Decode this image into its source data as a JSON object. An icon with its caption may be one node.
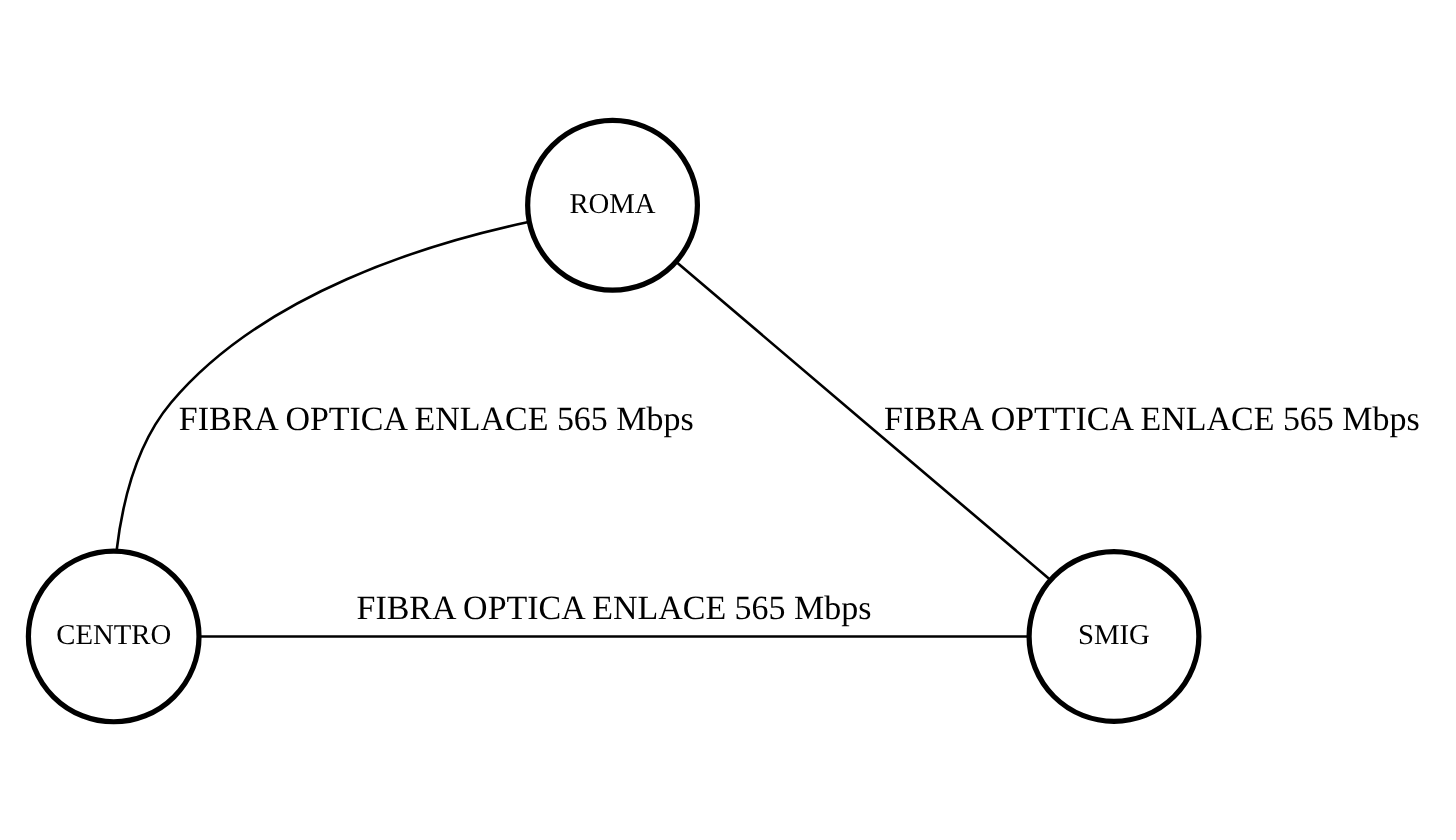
{
  "diagram": {
    "nodes": [
      {
        "text": [
          "ROMA"
        ]
      },
      {
        "text": [
          "CENTRO"
        ]
      },
      {
        "text": [
          "SMIG"
        ]
      }
    ],
    "edges": [
      {
        "from": 0,
        "to": 1,
        "arrow": "none",
        "label": "FIBRA OPTICA ENLACE 565 Mbps"
      },
      {
        "from": 0,
        "to": 2,
        "arrow": "none",
        "label": "FIBRA OPTTICA ENLACE 565 Mbps"
      },
      {
        "from": 1,
        "to": 2,
        "arrow": "none",
        "label": "FIBRA OPTICA ENLACE 565 Mbps"
      }
    ]
  }
}
